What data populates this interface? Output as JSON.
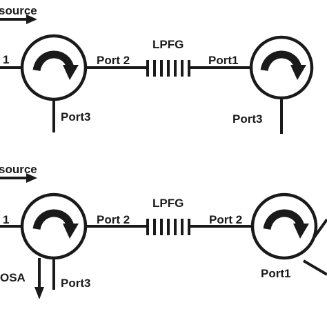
{
  "diagram": {
    "top": {
      "source_label": "source",
      "left_circulator": {
        "left_port_label": "1",
        "right_port_label": "Port 2",
        "bottom_port_label": "Port3"
      },
      "grating_label": "LPFG",
      "right_circulator": {
        "left_port_label": "Port1",
        "bottom_port_label": "Port3"
      }
    },
    "bottom": {
      "source_label": "source",
      "left_circulator": {
        "left_port_label": "1",
        "right_port_label": "Port 2",
        "bottom_port_label": "Port3",
        "osa_label": "OSA"
      },
      "grating_label": "LPFG",
      "right_circulator": {
        "left_port_label": "Port 2",
        "bottom_port_label": "Port1"
      }
    }
  }
}
